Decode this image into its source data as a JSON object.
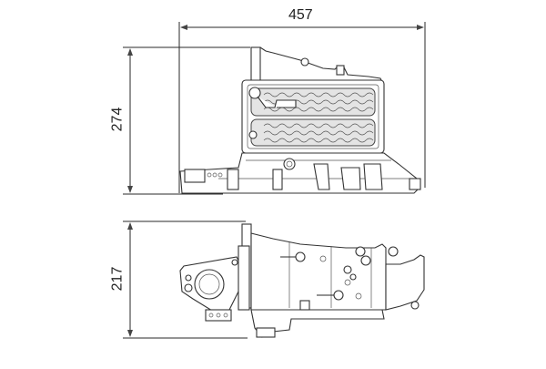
{
  "drawing": {
    "type": "technical-dimension-drawing",
    "subject": "intake-manifold-with-intercooler",
    "views": [
      {
        "name": "top-view",
        "dimensions": {
          "width": {
            "value": "457",
            "orientation": "horizontal"
          },
          "height": {
            "value": "274",
            "orientation": "vertical"
          }
        }
      },
      {
        "name": "side-view",
        "dimensions": {
          "height": {
            "value": "217",
            "orientation": "vertical"
          }
        }
      }
    ],
    "colors": {
      "background": "#ffffff",
      "line": "#2a2a2a",
      "fill": "#e4e4e4"
    }
  }
}
